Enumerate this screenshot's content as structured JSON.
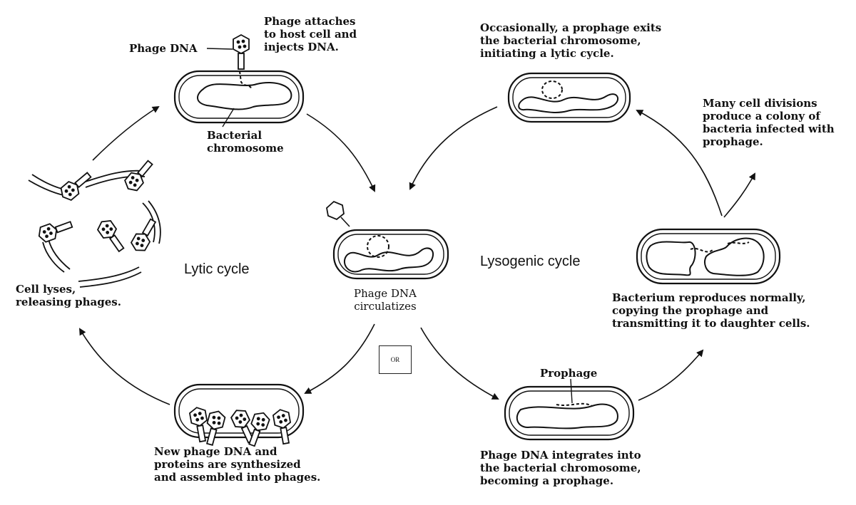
{
  "labels": {
    "phage_dna": "Phage DNA",
    "attach": "Phage attaches\nto host cell and\ninjects DNA.",
    "bacterial_chromosome": "Bacterial\nchromosome",
    "occasionally": "Occasionally, a prophage exits\nthe bacterial chromosome,\ninitiating a lytic cycle.",
    "many_divisions": "Many cell divisions\nproduce a colony of\nbacteria infected with\nprophage.",
    "lytic_cycle": "Lytic cycle",
    "lysogenic_cycle": "Lysogenic cycle",
    "cell_lyses": "Cell lyses,\nreleasing phages.",
    "circularizes": "Phage DNA\ncirculatizes",
    "or": "OR",
    "bacterium_reproduces": "Bacterium reproduces normally,\ncopying the prophage and\ntransmitting it to daughter cells.",
    "prophage": "Prophage",
    "new_phage": "New phage DNA and\nproteins are synthesized\nand assembled into phages.",
    "integrates": "Phage DNA integrates into\nthe bacterial chromosome,\nbecoming a prophage."
  }
}
